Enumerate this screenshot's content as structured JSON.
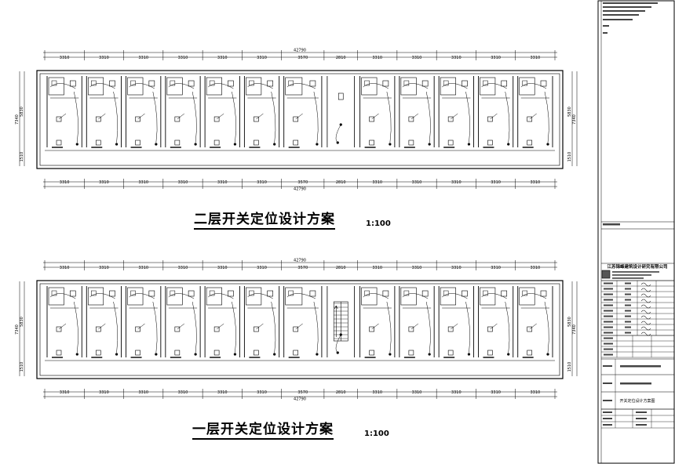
{
  "plans": [
    {
      "id": "second-floor",
      "title": "二层开关定位设计方案",
      "scale": "1:100",
      "has_stair": false
    },
    {
      "id": "first-floor",
      "title": "一层开关定位设计方案",
      "scale": "1:100",
      "has_stair": true
    }
  ],
  "dimensions": {
    "total": "42790",
    "segments": [
      "3310",
      "3310",
      "3310",
      "3310",
      "3310",
      "3310",
      "3570",
      "2810",
      "3310",
      "3310",
      "3310",
      "3310",
      "3310"
    ],
    "side_outer": "7340",
    "side_inner": "5830",
    "side_lower": "1510"
  },
  "title_block": {
    "company": "江苏锦峰建筑设计研究有限公司",
    "sheet_label": "开关定位设计方案图"
  },
  "colors": {
    "line": "#000000",
    "background": "#ffffff"
  }
}
